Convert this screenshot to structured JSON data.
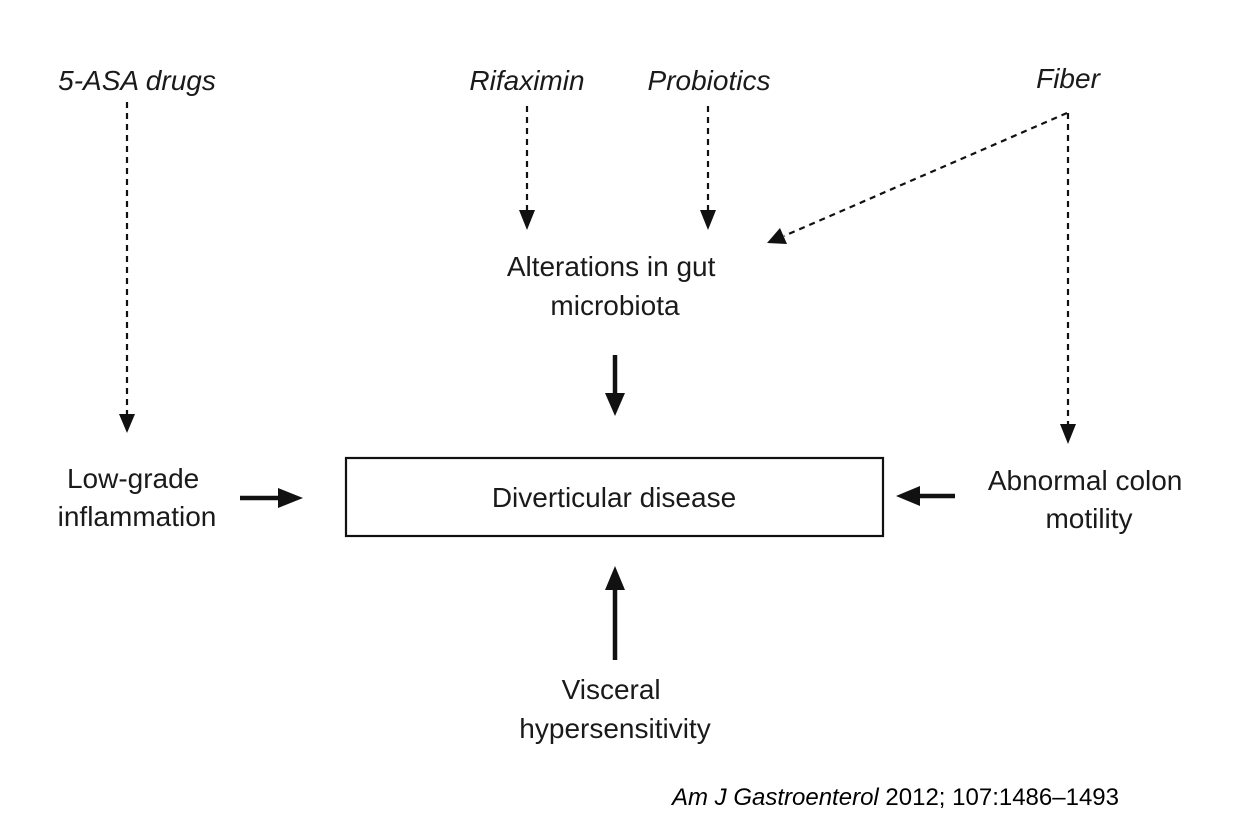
{
  "drugs": {
    "asa": "5-ASA drugs",
    "rifaximin": "Rifaximin",
    "probiotics": "Probiotics",
    "fiber": "Fiber"
  },
  "nodes": {
    "microbiota": [
      "Alterations in gut",
      "microbiota"
    ],
    "inflammation": [
      "Low-grade",
      "inflammation"
    ],
    "disease": "Diverticular disease",
    "motility": [
      "Abnormal colon",
      "motility"
    ],
    "hypersensitivity": [
      "Visceral",
      "hypersensitivity"
    ]
  },
  "citation": {
    "journal": "Am J Gastroenterol",
    "details": " 2012; 107:1486–1493"
  }
}
